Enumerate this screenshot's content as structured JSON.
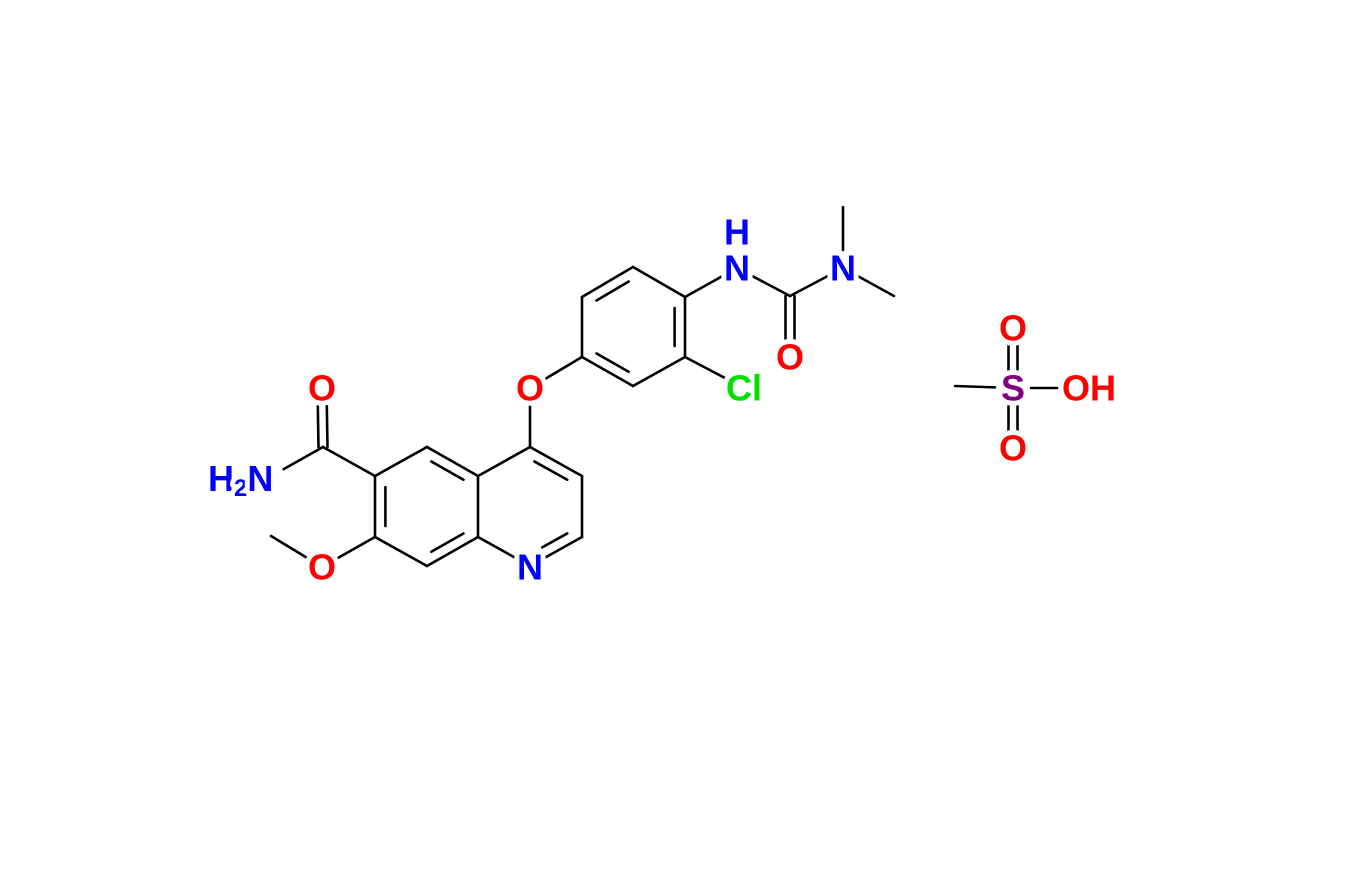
{
  "colors": {
    "N": "#0000ff",
    "O": "#ff0000",
    "Cl": "#00e000",
    "S": "#800080",
    "bond": "#000000"
  },
  "atoms": {
    "amide_O": "O",
    "amide_N": "N",
    "amide_H": "H",
    "amide_H_count": "2",
    "methoxy_O": "O",
    "quinoline_N": "N",
    "ether_O": "O",
    "Cl": "Cl",
    "urea_NH_N": "N",
    "urea_NH_H": "H",
    "urea_O": "O",
    "urea_N": "N",
    "sulfonic_S": "S",
    "sulfonic_O_top": "O",
    "sulfonic_O_bottom": "O",
    "sulfonic_OH": "OH"
  }
}
